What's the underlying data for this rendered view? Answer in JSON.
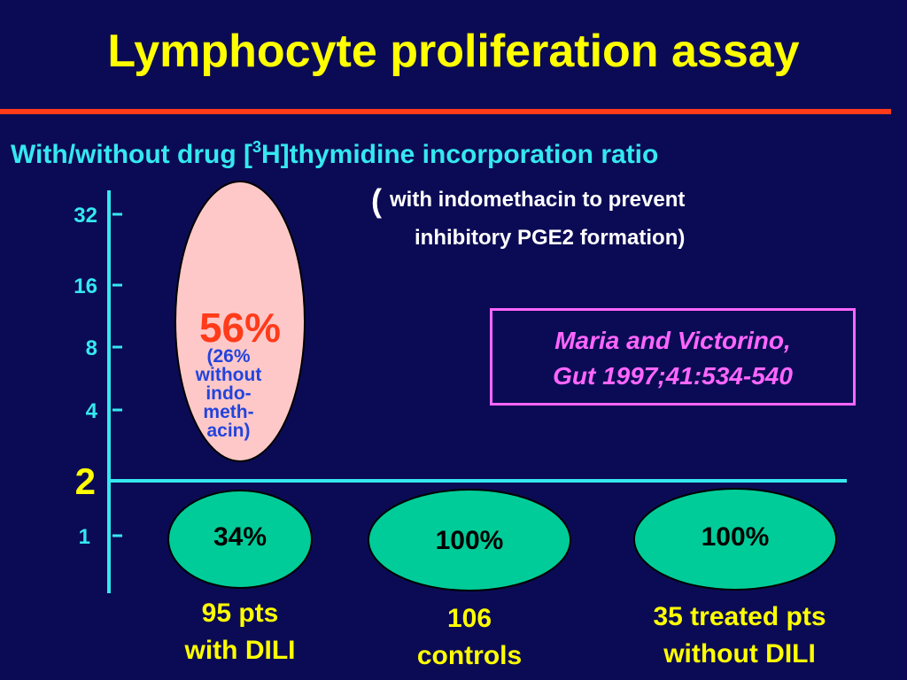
{
  "title": "Lymphocyte proliferation assay",
  "subtitle": {
    "before_sup": "With/without drug [",
    "sup": "3",
    "after_sup": "H]thymidine incorporation ratio"
  },
  "note": {
    "paren": "(",
    "line1": "with indomethacin to prevent",
    "line2": "inhibitory PGE2 formation)"
  },
  "citation": {
    "line1": "Maria and Victorino,",
    "line2": "Gut 1997;41:534-540"
  },
  "y_axis": {
    "ticks": [
      "32",
      "16",
      "8",
      "4",
      "2",
      "1"
    ],
    "threshold": "2"
  },
  "groups": [
    {
      "ratio_value": "34%",
      "elevated_value": "56%",
      "elevated_note": [
        "(26%",
        "without",
        "indo-",
        "meth-",
        "acin)"
      ],
      "label_line1": "95 pts",
      "label_line2": "with DILI"
    },
    {
      "ratio_value": "100%",
      "label_line1": "106",
      "label_line2": "controls"
    },
    {
      "ratio_value": "100%",
      "label_line1": "35 treated pts",
      "label_line2": "without DILI"
    }
  ],
  "colors": {
    "background": "#0b0b55",
    "title": "#ffff00",
    "accent_rule": "#ff3b1a",
    "axis": "#35e8f0",
    "citation": "#ff66ff",
    "pink_oval": "#ffc8c8",
    "green_oval": "#00cc99"
  }
}
